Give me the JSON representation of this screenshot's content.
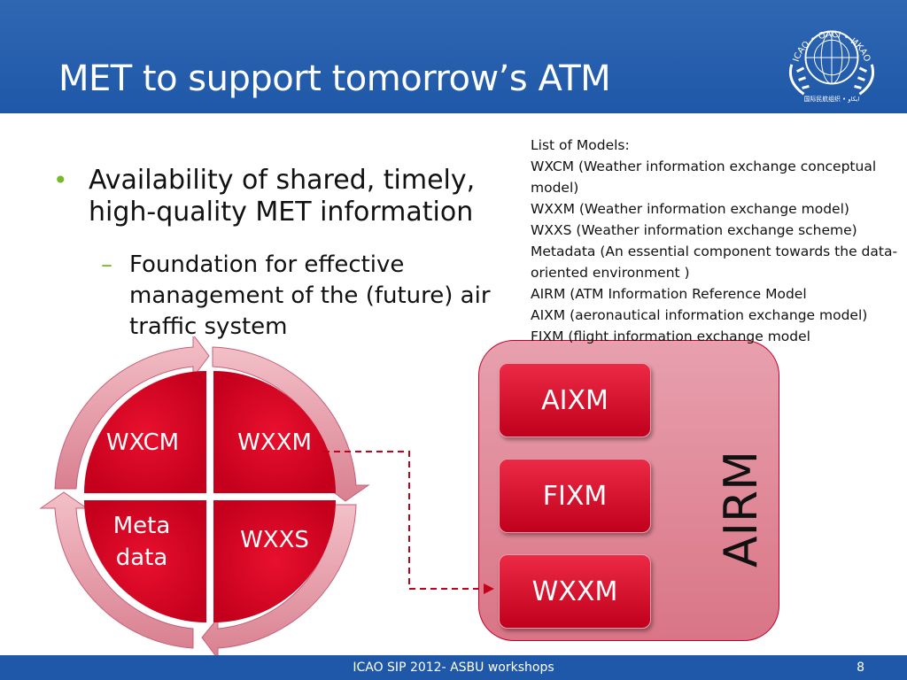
{
  "slide": {
    "title": "MET to support tomorrow’s ATM",
    "bullet": "Availability of shared, timely, high-quality MET information",
    "sub_bullet": "Foundation for effective management of the (future) air traffic system"
  },
  "models_list": {
    "heading": "List of Models:",
    "lines": [
      "WXCM (Weather information exchange conceptual model)",
      "WXXM (Weather information exchange model)",
      "WXXS (Weather information exchange scheme)",
      "Metadata (An essential component towards the data-oriented environment )",
      "AIRM (ATM Information Reference Model",
      "AIXM (aeronautical information exchange model)",
      "FIXM (flight information exchange model"
    ]
  },
  "cycle": {
    "top_left": "WXCM",
    "top_right": "WXXM",
    "bottom_left_1": "Meta",
    "bottom_left_2": "data",
    "bottom_right": "WXXS"
  },
  "airm": {
    "label": "AIRM",
    "items": [
      "AIXM",
      "FIXM",
      "WXXM"
    ]
  },
  "footer": {
    "text": "ICAO SIP 2012- ASBU workshops",
    "page": "8"
  },
  "logo": {
    "ring_text": "ICAO • OACI • ИКАО",
    "bottom_text": "国际民航组织 • ايكاو"
  },
  "colors": {
    "header": "#1f58a8",
    "accent_green": "#79b929",
    "quadrant_red": "#d1001f",
    "airm_fill": "#e38a9b"
  }
}
